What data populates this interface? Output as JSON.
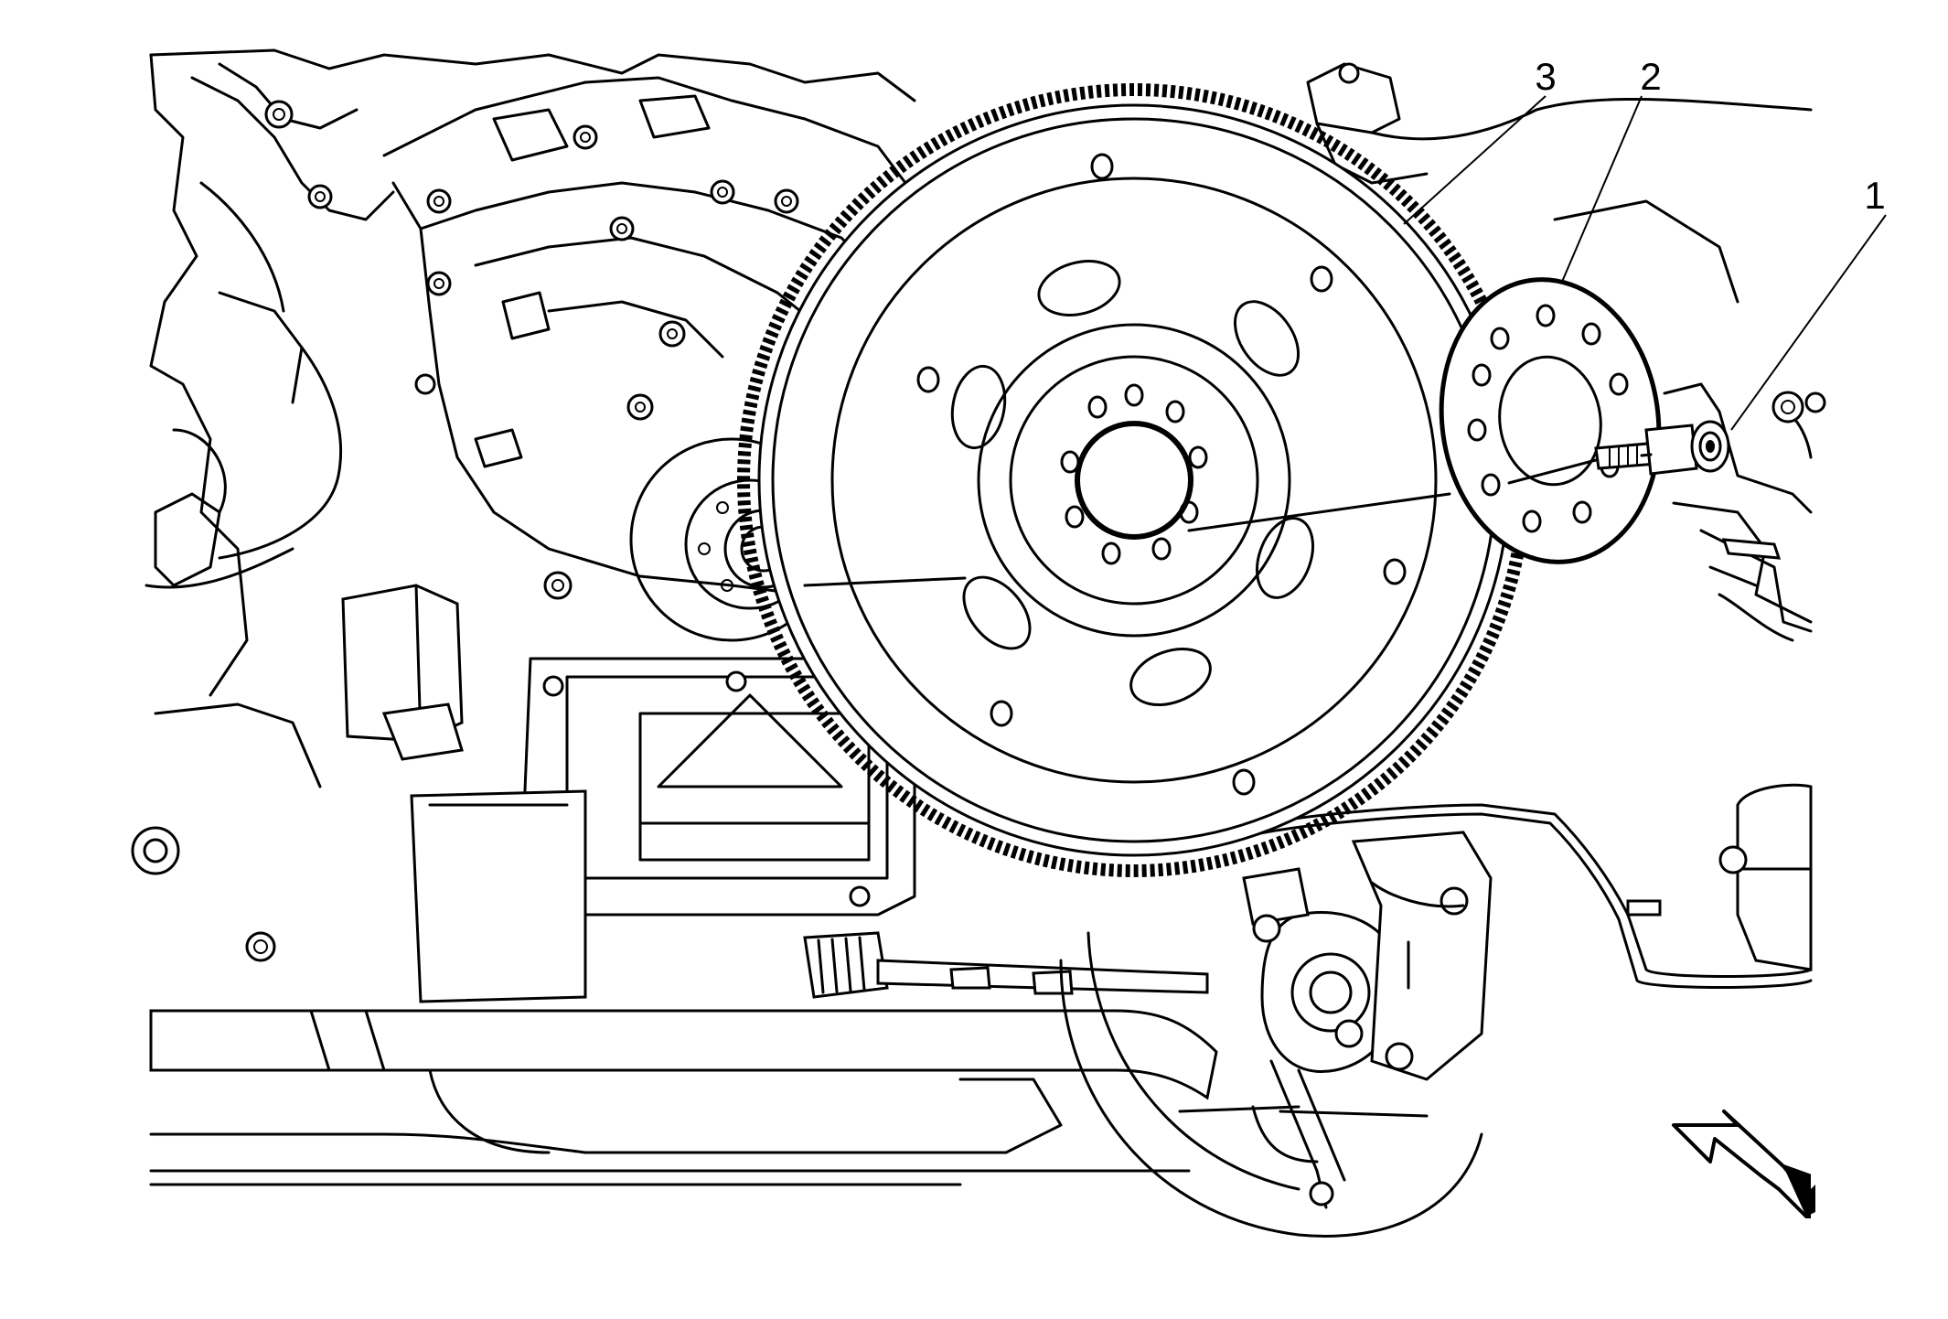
{
  "callouts": [
    {
      "id": "1",
      "label": "1"
    },
    {
      "id": "2",
      "label": "2"
    },
    {
      "id": "3",
      "label": "3"
    }
  ],
  "view_direction_icon": "view-arrow-icon"
}
